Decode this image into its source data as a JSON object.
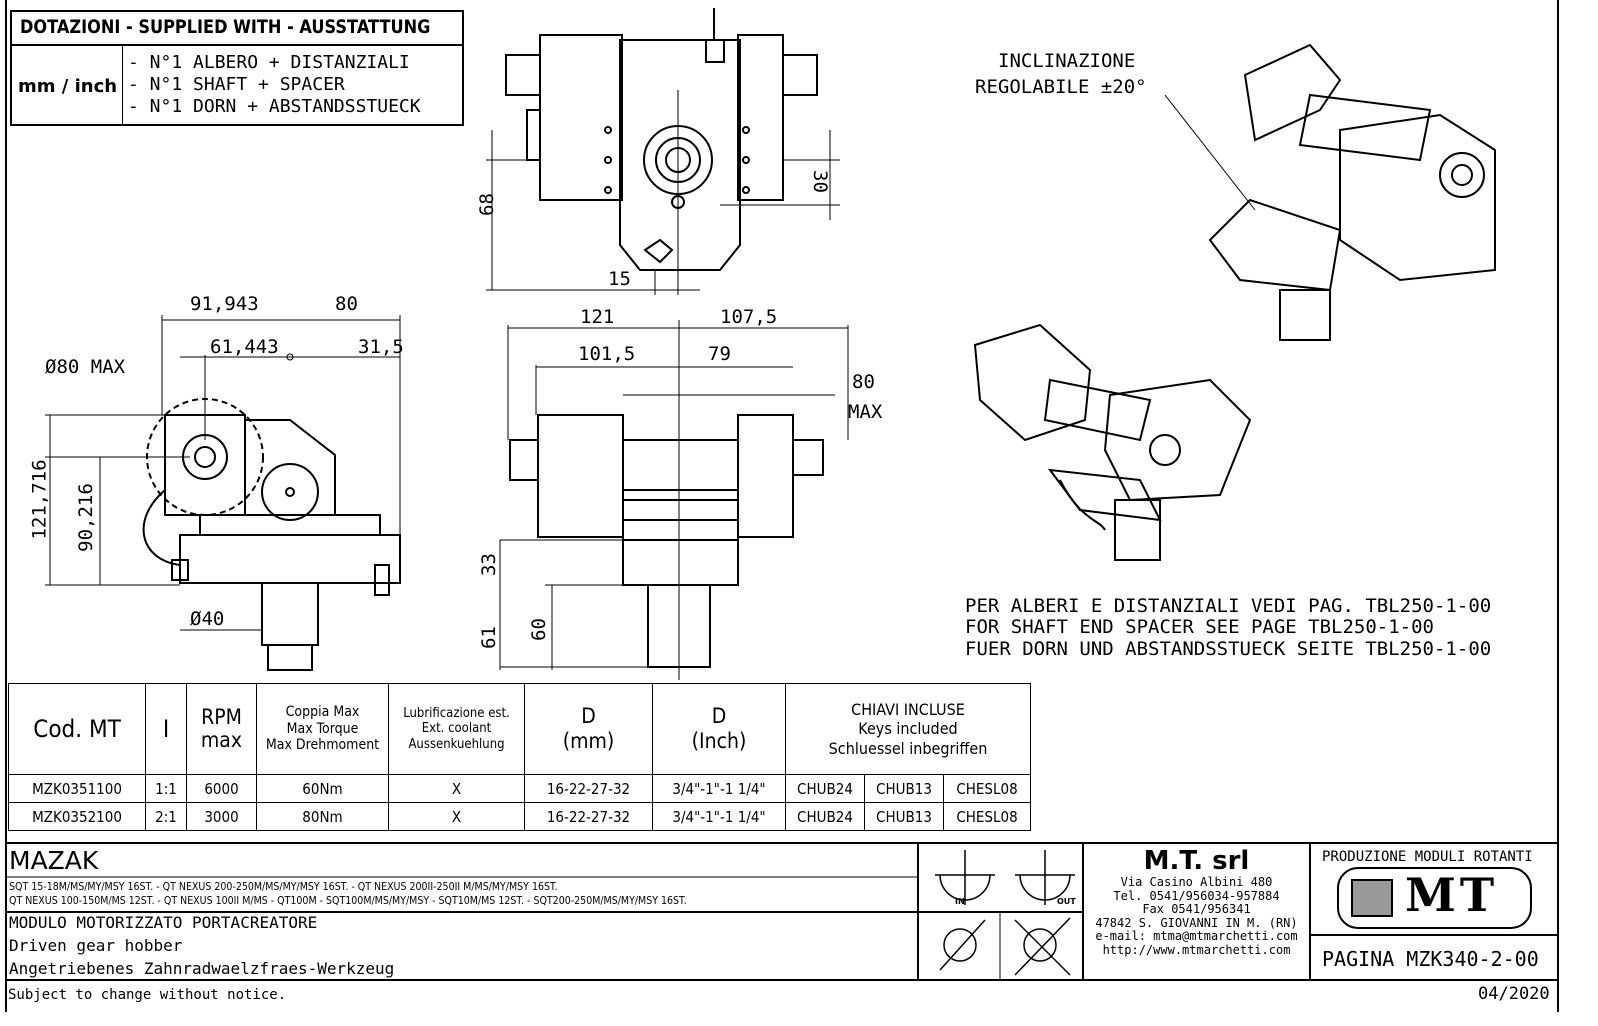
{
  "supplied_box": {
    "title": "DOTAZIONI - SUPPLIED WITH - AUSSTATTUNG",
    "units": "mm / inch",
    "items": [
      "- N°1 ALBERO + DISTANZIALI",
      "- N°1 SHAFT + SPACER",
      "- N°1 DORN + ABSTANDSSTUECK"
    ]
  },
  "dimensions": {
    "top_view": {
      "d68": "68",
      "d30": "30",
      "d15": "15"
    },
    "side_view": {
      "d91943": "91,943",
      "d80": "80",
      "d61443": "61,443",
      "d315": "31,5",
      "dia80": "Ø80 MAX",
      "d121716": "121,716",
      "d90216": "90,216",
      "dia40": "Ø40"
    },
    "front_view": {
      "d121": "121",
      "d1075": "107,5",
      "d1015": "101,5",
      "d79": "79",
      "d80max": "80",
      "max": "MAX",
      "d33": "33",
      "d61": "61",
      "d60": "60"
    }
  },
  "inclination_note": [
    "INCLINAZIONE",
    "REGOLABILE ±20°"
  ],
  "reference_note": [
    "PER ALBERI E DISTANZIALI VEDI PAG. TBL250-1-00",
    "FOR SHAFT END SPACER SEE PAGE TBL250-1-00",
    "FUER DORN UND ABSTANDSSTUECK SEITE TBL250-1-00"
  ],
  "spec_table": {
    "headers": {
      "code": "Cod. MT",
      "ratio": "I",
      "rpm": [
        "RPM",
        "max"
      ],
      "torque": [
        "Coppia Max",
        "Max Torque",
        "Max Drehmoment"
      ],
      "coolant": [
        "Lubrificazione est.",
        "Ext. coolant",
        "Aussenkuehlung"
      ],
      "d_mm": [
        "D",
        "(mm)"
      ],
      "d_inch": [
        "D",
        "(Inch)"
      ],
      "keys": [
        "CHIAVI INCLUSE",
        "Keys included",
        "Schluessel inbegriffen"
      ]
    },
    "rows": [
      {
        "code": "MZK0351100",
        "ratio": "1:1",
        "rpm": "6000",
        "torque": "60Nm",
        "coolant": "X",
        "d_mm": "16-22-27-32",
        "d_inch": "3/4\"-1\"-1 1/4\"",
        "key1": "CHUB24",
        "key2": "CHUB13",
        "key3": "CHESL08"
      },
      {
        "code": "MZK0352100",
        "ratio": "2:1",
        "rpm": "3000",
        "torque": "80Nm",
        "coolant": "X",
        "d_mm": "16-22-27-32",
        "d_inch": "3/4\"-1\"-1 1/4\"",
        "key1": "CHUB24",
        "key2": "CHUB13",
        "key3": "CHESL08"
      }
    ]
  },
  "title_block": {
    "brand": "MAZAK",
    "machines": [
      "SQT 15-18M/MS/MY/MSY 16ST. - QT NEXUS 200-250M/MS/MY/MSY 16ST. - QT NEXUS 200II-250II M/MS/MY/MSY 16ST.",
      "QT NEXUS 100-150M/MS 12ST. - QT NEXUS 100II M/MS - QT100M - SQT100M/MS/MY/MSY - SQT10M/MS 12ST. - SQT200-250M/MS/MY/MSY 16ST."
    ],
    "description": [
      "MODULO MOTORIZZATO PORTACREATORE",
      "Driven gear hobber",
      "Angetriebenes Zahnradwaelzfraes-Werkzeug"
    ],
    "rotation_labels": {
      "in": "IN",
      "out": "OUT"
    },
    "company": {
      "name": "M.T. srl",
      "lines": [
        "Via Casino Albini 480",
        "Tel. 0541/956034-957884",
        "Fax 0541/956341",
        "47842 S. GIOVANNI IN M. (RN)",
        "e-mail: mtma@mtmarchetti.com",
        "http://www.mtmarchetti.com"
      ]
    },
    "production_label": "PRODUZIONE MODULI ROTANTI",
    "logo_text": "MT",
    "page": "PAGINA MZK340-2-00"
  },
  "footer": {
    "disclaimer": "Subject to change without notice.",
    "date": "04/2020"
  }
}
